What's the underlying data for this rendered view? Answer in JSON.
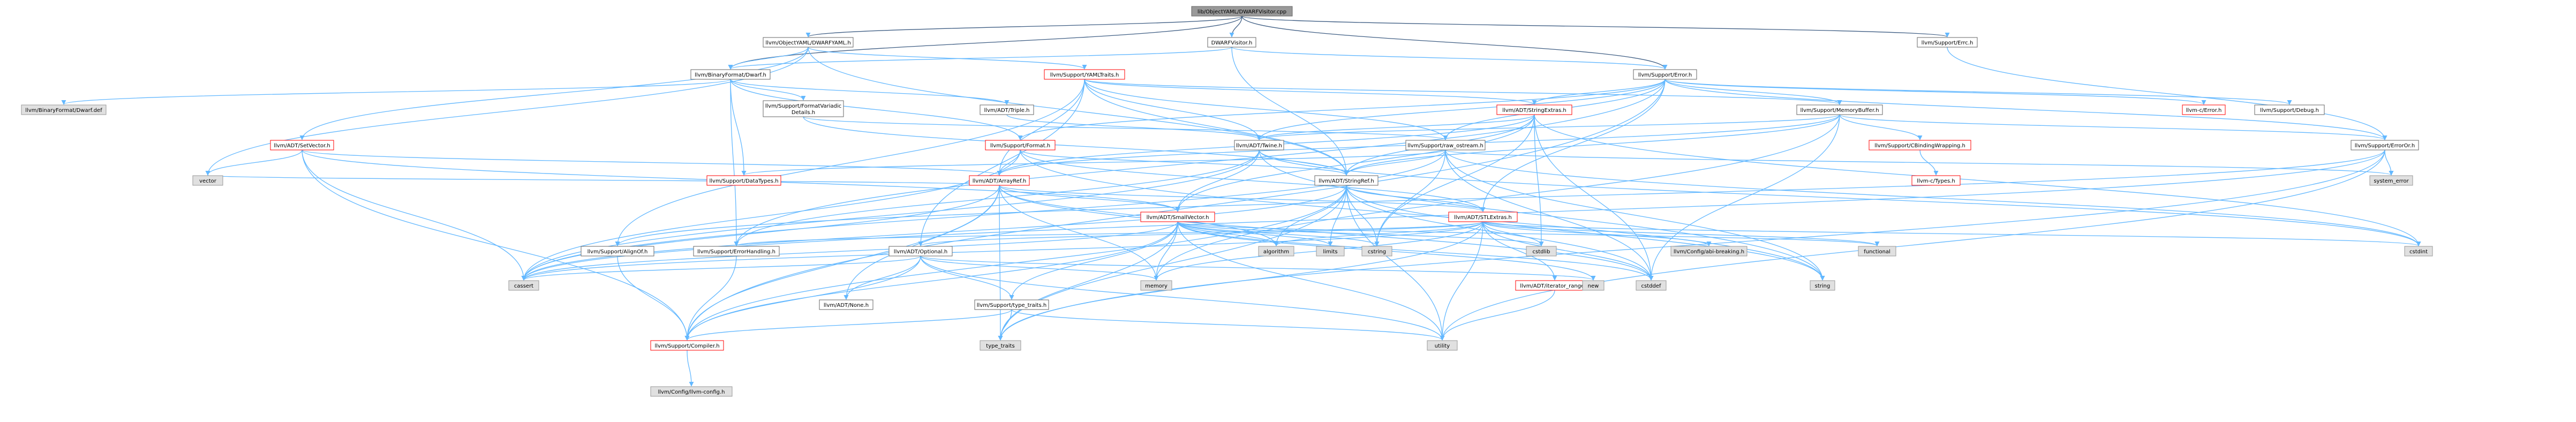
{
  "colors": {
    "root_fill": "#999999",
    "node_fill": "#ffffff",
    "node_red_border": "#ff0000",
    "node_gray_fill": "#e0e0e0",
    "node_border": "#666666",
    "edge": "#63b8ff",
    "edge_dark": "#3f5e84"
  },
  "nodes": [
    {
      "id": "root",
      "label": "lib/ObjectYAML/DWARFVisitor.cpp",
      "kind": "root"
    },
    {
      "id": "dwarfyaml",
      "label": "llvm/ObjectYAML/DWARFYAML.h",
      "kind": "plain"
    },
    {
      "id": "dwarfvisitor",
      "label": "DWARFVisitor.h",
      "kind": "plain"
    },
    {
      "id": "errc",
      "label": "llvm/Support/Errc.h",
      "kind": "plain"
    },
    {
      "id": "bindwarf",
      "label": "llvm/BinaryFormat/Dwarf.h",
      "kind": "plain"
    },
    {
      "id": "yamltraits",
      "label": "llvm/Support/YAMLTraits.h",
      "kind": "red"
    },
    {
      "id": "error",
      "label": "llvm/Support/Error.h",
      "kind": "plain"
    },
    {
      "id": "dwarfdef",
      "label": "llvm/BinaryFormat/Dwarf.def",
      "kind": "gray"
    },
    {
      "id": "fmtvariadic",
      "label": "llvm/Support/FormatVariadic\nDetails.h",
      "kind": "plain"
    },
    {
      "id": "triple",
      "label": "llvm/ADT/Triple.h",
      "kind": "plain"
    },
    {
      "id": "stringextras",
      "label": "llvm/ADT/StringExtras.h",
      "kind": "red"
    },
    {
      "id": "memorybuffer",
      "label": "llvm/Support/MemoryBuffer.h",
      "kind": "plain"
    },
    {
      "id": "cerror",
      "label": "llvm-c/Error.h",
      "kind": "red"
    },
    {
      "id": "debug",
      "label": "llvm/Support/Debug.h",
      "kind": "plain"
    },
    {
      "id": "setvector",
      "label": "llvm/ADT/SetVector.h",
      "kind": "red"
    },
    {
      "id": "format",
      "label": "llvm/Support/Format.h",
      "kind": "red"
    },
    {
      "id": "twine",
      "label": "llvm/ADT/Twine.h",
      "kind": "plain"
    },
    {
      "id": "rawostream",
      "label": "llvm/Support/raw_ostream.h",
      "kind": "plain"
    },
    {
      "id": "cbinding",
      "label": "llvm/Support/CBindingWrapping.h",
      "kind": "red"
    },
    {
      "id": "erroror",
      "label": "llvm/Support/ErrorOr.h",
      "kind": "plain"
    },
    {
      "id": "datatypes",
      "label": "llvm/Support/DataTypes.h",
      "kind": "red"
    },
    {
      "id": "arrayref",
      "label": "llvm/ADT/ArrayRef.h",
      "kind": "red"
    },
    {
      "id": "stringref",
      "label": "llvm/ADT/StringRef.h",
      "kind": "plain"
    },
    {
      "id": "ctypes",
      "label": "llvm-c/Types.h",
      "kind": "red"
    },
    {
      "id": "systemerror",
      "label": "system_error",
      "kind": "gray"
    },
    {
      "id": "vector",
      "label": "vector",
      "kind": "gray"
    },
    {
      "id": "smallvector",
      "label": "llvm/ADT/SmallVector.h",
      "kind": "red"
    },
    {
      "id": "stlextras",
      "label": "llvm/ADT/STLExtras.h",
      "kind": "red"
    },
    {
      "id": "alignof",
      "label": "llvm/Support/AlignOf.h",
      "kind": "plain"
    },
    {
      "id": "errorhandling",
      "label": "llvm/Support/ErrorHandling.h",
      "kind": "plain"
    },
    {
      "id": "optional",
      "label": "llvm/ADT/Optional.h",
      "kind": "plain"
    },
    {
      "id": "algorithm",
      "label": "algorithm",
      "kind": "gray"
    },
    {
      "id": "limits",
      "label": "limits",
      "kind": "gray"
    },
    {
      "id": "cstring",
      "label": "cstring",
      "kind": "gray"
    },
    {
      "id": "cstdlib",
      "label": "cstdlib",
      "kind": "gray"
    },
    {
      "id": "iteratorrange",
      "label": "llvm/ADT/iterator_range.h",
      "kind": "red"
    },
    {
      "id": "breaking",
      "label": "llvm/Config/abi-breaking.h",
      "kind": "gray"
    },
    {
      "id": "functional",
      "label": "functional",
      "kind": "gray"
    },
    {
      "id": "cstdint",
      "label": "cstdint",
      "kind": "gray"
    },
    {
      "id": "cassert",
      "label": "cassert",
      "kind": "gray"
    },
    {
      "id": "none",
      "label": "llvm/ADT/None.h",
      "kind": "plain"
    },
    {
      "id": "typetraits_s",
      "label": "llvm/Support/type_traits.h",
      "kind": "plain"
    },
    {
      "id": "memory",
      "label": "memory",
      "kind": "gray"
    },
    {
      "id": "new",
      "label": "new",
      "kind": "gray"
    },
    {
      "id": "cstddef",
      "label": "cstddef",
      "kind": "gray"
    },
    {
      "id": "string",
      "label": "string",
      "kind": "gray"
    },
    {
      "id": "compiler",
      "label": "llvm/Support/Compiler.h",
      "kind": "red"
    },
    {
      "id": "typetraits",
      "label": "type_traits",
      "kind": "gray"
    },
    {
      "id": "utility",
      "label": "utility",
      "kind": "gray"
    },
    {
      "id": "llvmconfig",
      "label": "llvm/Config/llvm-config.h",
      "kind": "gray"
    }
  ],
  "edges": [
    [
      "root",
      "dwarfyaml"
    ],
    [
      "root",
      "dwarfvisitor"
    ],
    [
      "root",
      "errc"
    ],
    [
      "root",
      "bindwarf"
    ],
    [
      "root",
      "error"
    ],
    [
      "dwarfyaml",
      "bindwarf"
    ],
    [
      "dwarfyaml",
      "yamltraits"
    ],
    [
      "dwarfyaml",
      "setvector"
    ],
    [
      "dwarfyaml",
      "vector"
    ],
    [
      "dwarfyaml",
      "stringref"
    ],
    [
      "dwarfvisitor",
      "bindwarf"
    ],
    [
      "dwarfvisitor",
      "stringref"
    ],
    [
      "dwarfvisitor",
      "error"
    ],
    [
      "errc",
      "erroror"
    ],
    [
      "bindwarf",
      "dwarfdef"
    ],
    [
      "bindwarf",
      "fmtvariadic"
    ],
    [
      "bindwarf",
      "triple"
    ],
    [
      "bindwarf",
      "datatypes"
    ],
    [
      "bindwarf",
      "errorhandling"
    ],
    [
      "bindwarf",
      "format"
    ],
    [
      "yamltraits",
      "twine"
    ],
    [
      "yamltraits",
      "arrayref"
    ],
    [
      "yamltraits",
      "stringref"
    ],
    [
      "yamltraits",
      "rawostream"
    ],
    [
      "yamltraits",
      "alignof"
    ],
    [
      "yamltraits",
      "optional"
    ],
    [
      "yamltraits",
      "memorybuffer"
    ],
    [
      "yamltraits",
      "stringextras"
    ],
    [
      "error",
      "stringextras"
    ],
    [
      "error",
      "twine"
    ],
    [
      "error",
      "memorybuffer"
    ],
    [
      "error",
      "cerror"
    ],
    [
      "error",
      "debug"
    ],
    [
      "error",
      "erroror"
    ],
    [
      "error",
      "format"
    ],
    [
      "error",
      "rawostream"
    ],
    [
      "error",
      "compiler"
    ],
    [
      "error",
      "errorhandling"
    ],
    [
      "error",
      "stlextras"
    ],
    [
      "error",
      "abi"
    ],
    [
      "setvector",
      "arrayref"
    ],
    [
      "setvector",
      "smallvector"
    ],
    [
      "setvector",
      "compiler"
    ],
    [
      "setvector",
      "vector"
    ],
    [
      "setvector",
      "cassert"
    ],
    [
      "fmtvariadic",
      "stringref"
    ],
    [
      "fmtvariadic",
      "rawostream"
    ],
    [
      "triple",
      "twine"
    ],
    [
      "stringextras",
      "arrayref"
    ],
    [
      "stringextras",
      "smallvector"
    ],
    [
      "stringextras",
      "stringref"
    ],
    [
      "stringextras",
      "twine"
    ],
    [
      "stringextras",
      "cstddef"
    ],
    [
      "stringextras",
      "cstdint"
    ],
    [
      "stringextras",
      "cstdlib"
    ],
    [
      "stringextras",
      "cstring"
    ],
    [
      "memorybuffer",
      "cbinding"
    ],
    [
      "memorybuffer",
      "erroror"
    ],
    [
      "memorybuffer",
      "twine"
    ],
    [
      "memorybuffer",
      "arrayref"
    ],
    [
      "memorybuffer",
      "stringref"
    ],
    [
      "memorybuffer",
      "memory"
    ],
    [
      "memorybuffer",
      "cstddef"
    ],
    [
      "format",
      "arrayref"
    ],
    [
      "format",
      "stringref"
    ],
    [
      "format",
      "stlextras"
    ],
    [
      "format",
      "cassert"
    ],
    [
      "format",
      "cstdio"
    ],
    [
      "format",
      "string"
    ],
    [
      "format",
      "tuple"
    ],
    [
      "twine",
      "smallvector"
    ],
    [
      "twine",
      "stringref"
    ],
    [
      "twine",
      "errorhandling"
    ],
    [
      "twine",
      "cassert"
    ],
    [
      "twine",
      "cstdint"
    ],
    [
      "twine",
      "string"
    ],
    [
      "rawostream",
      "stringref"
    ],
    [
      "rawostream",
      "datatypes"
    ],
    [
      "rawostream",
      "cassert"
    ],
    [
      "rawostream",
      "cstddef"
    ],
    [
      "rawostream",
      "cstdint"
    ],
    [
      "rawostream",
      "cstring"
    ],
    [
      "rawostream",
      "string"
    ],
    [
      "rawostream",
      "systemerror"
    ],
    [
      "cbinding",
      "ctypes"
    ],
    [
      "erroror",
      "alignof"
    ],
    [
      "erroror",
      "cassert"
    ],
    [
      "erroror",
      "systemerror"
    ],
    [
      "erroror",
      "typetraits"
    ],
    [
      "erroror",
      "utility"
    ],
    [
      "arrayref",
      "hashing"
    ],
    [
      "arrayref",
      "none"
    ],
    [
      "arrayref",
      "smallvector"
    ],
    [
      "arrayref",
      "stlextras"
    ],
    [
      "arrayref",
      "compiler"
    ],
    [
      "arrayref",
      "algorithm"
    ],
    [
      "arrayref",
      "cassert"
    ],
    [
      "arrayref",
      "cstddef"
    ],
    [
      "arrayref",
      "iterator"
    ],
    [
      "arrayref",
      "memory"
    ],
    [
      "arrayref",
      "typetraits"
    ],
    [
      "arrayref",
      "vector"
    ],
    [
      "stringref",
      "stlextras"
    ],
    [
      "stringref",
      "compiler"
    ],
    [
      "stringref",
      "algorithm"
    ],
    [
      "stringref",
      "cassert"
    ],
    [
      "stringref",
      "cstddef"
    ],
    [
      "stringref",
      "cstring"
    ],
    [
      "stringref",
      "limits"
    ],
    [
      "stringref",
      "string"
    ],
    [
      "stringref",
      "typetraits"
    ],
    [
      "stringref",
      "utility"
    ],
    [
      "smallvector",
      "compiler"
    ],
    [
      "smallvector",
      "typetraits_s"
    ],
    [
      "smallvector",
      "algorithm"
    ],
    [
      "smallvector",
      "cassert"
    ],
    [
      "smallvector",
      "cstddef"
    ],
    [
      "smallvector",
      "cstdlib"
    ],
    [
      "smallvector",
      "cstring"
    ],
    [
      "smallvector",
      "functional"
    ],
    [
      "smallvector",
      "limits"
    ],
    [
      "smallvector",
      "memory"
    ],
    [
      "smallvector",
      "new"
    ],
    [
      "smallvector",
      "typetraits"
    ],
    [
      "smallvector",
      "utility"
    ],
    [
      "stlextras",
      "optional"
    ],
    [
      "stlextras",
      "iteratorrange"
    ],
    [
      "stlextras",
      "breaking"
    ],
    [
      "stlextras",
      "errorhandling"
    ],
    [
      "stlextras",
      "algorithm"
    ],
    [
      "stlextras",
      "cassert"
    ],
    [
      "stlextras",
      "cstddef"
    ],
    [
      "stlextras",
      "cstdint"
    ],
    [
      "stlextras",
      "cstdlib"
    ],
    [
      "stlextras",
      "functional"
    ],
    [
      "stlextras",
      "memory"
    ],
    [
      "stlextras",
      "typetraits"
    ],
    [
      "stlextras",
      "utility"
    ],
    [
      "alignof",
      "compiler"
    ],
    [
      "errorhandling",
      "compiler"
    ],
    [
      "optional",
      "none"
    ],
    [
      "optional",
      "compiler"
    ],
    [
      "optional",
      "typetraits_s"
    ],
    [
      "optional",
      "cassert"
    ],
    [
      "optional",
      "memory"
    ],
    [
      "optional",
      "new"
    ],
    [
      "optional",
      "utility"
    ],
    [
      "typetraits_s",
      "compiler"
    ],
    [
      "typetraits_s",
      "typetraits"
    ],
    [
      "typetraits_s",
      "utility"
    ],
    [
      "iteratorrange",
      "utility"
    ],
    [
      "compiler",
      "llvmconfig"
    ]
  ]
}
